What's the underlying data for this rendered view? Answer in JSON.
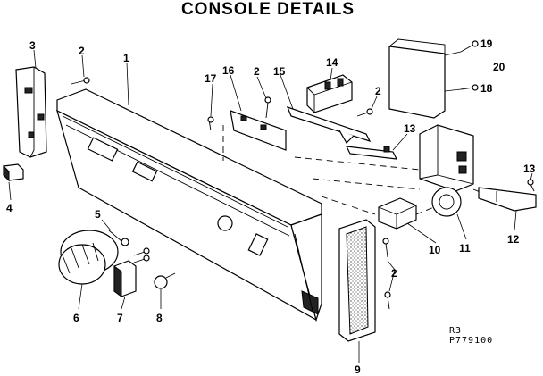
{
  "title": "CONSOLE DETAILS",
  "callouts": {
    "c1": "1",
    "c2a": "2",
    "c2b": "2",
    "c2c": "2",
    "c2d": "2",
    "c3": "3",
    "c4": "4",
    "c5": "5",
    "c6": "6",
    "c7": "7",
    "c8": "8",
    "c9": "9",
    "c10": "10",
    "c11": "11",
    "c12": "12",
    "c13a": "13",
    "c13b": "13",
    "c14": "14",
    "c15": "15",
    "c16": "16",
    "c17": "17",
    "c18": "18",
    "c19": "19",
    "c20": "20"
  },
  "footer": {
    "rev": "R3",
    "drawing_number": "P779100"
  }
}
